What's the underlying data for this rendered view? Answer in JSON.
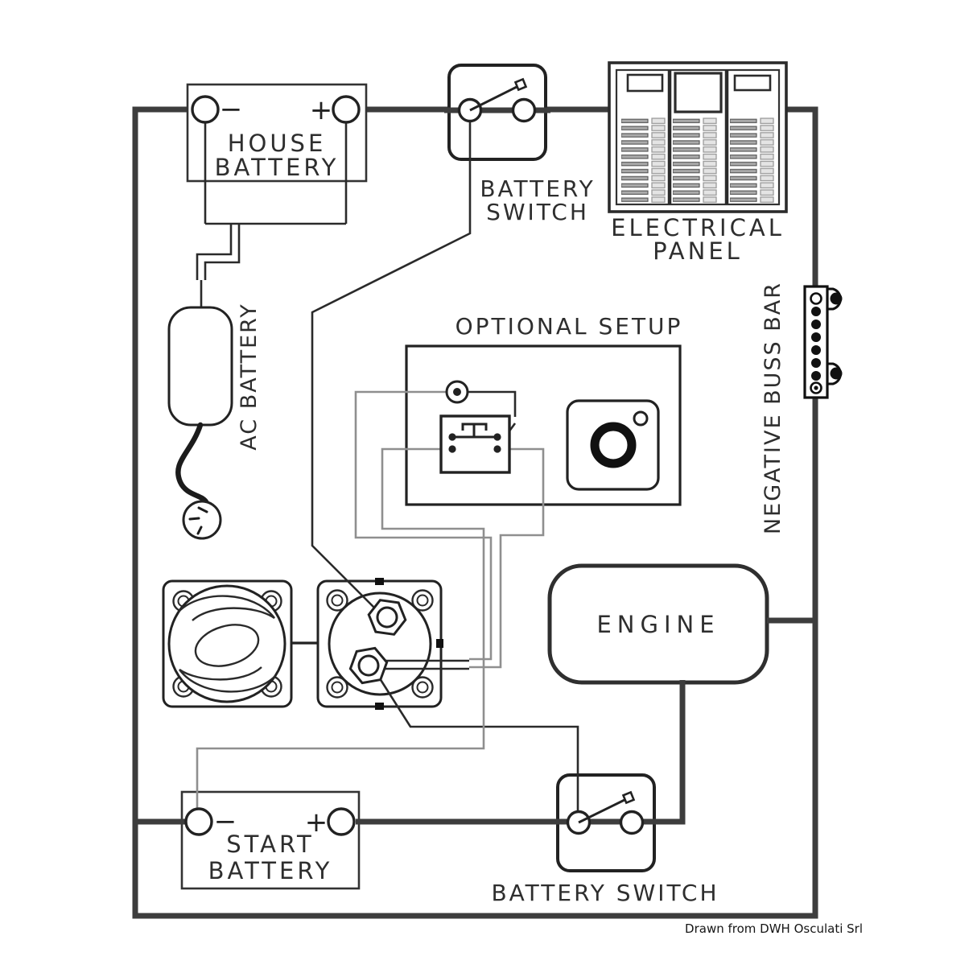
{
  "components": {
    "house_battery": {
      "line1": "HOUSE",
      "line2": "BATTERY",
      "neg": "−",
      "pos": "+"
    },
    "battery_switch_top": {
      "line1": "BATTERY",
      "line2": "SWITCH"
    },
    "electrical_panel": {
      "line1": "ELECTRICAL",
      "line2": "PANEL"
    },
    "ac_battery": {
      "label": "AC BATTERY"
    },
    "optional_setup": {
      "label": "OPTIONAL SETUP"
    },
    "negative_buss_bar": {
      "label": "NEGATIVE BUSS BAR"
    },
    "engine": {
      "label": "ENGINE"
    },
    "start_battery": {
      "line1": "START",
      "line2": "BATTERY",
      "neg": "−",
      "pos": "+"
    },
    "battery_switch_bottom": {
      "label": "BATTERY SWITCH"
    },
    "credit": {
      "text": "Drawn from DWH Osculati Srl"
    }
  },
  "colors": {
    "main_wire": "#3d3d3d",
    "thin_wire": "#2a2a2a",
    "accessory_wire": "#8f8f8f",
    "label_text": "#2e2e2e",
    "background": "#ffffff"
  }
}
